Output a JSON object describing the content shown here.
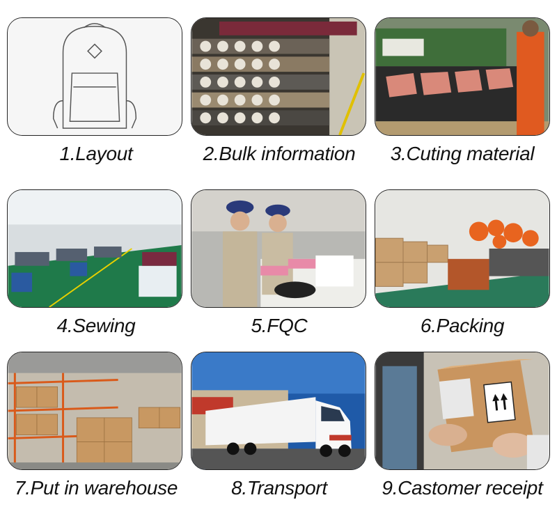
{
  "steps": [
    {
      "label": "1.Layout",
      "icon": "backpack-sketch-icon"
    },
    {
      "label": "2.Bulk information",
      "icon": "fabric-rolls-icon"
    },
    {
      "label": "3.Cuting material",
      "icon": "cutting-machine-icon"
    },
    {
      "label": "4.Sewing",
      "icon": "sewing-floor-icon"
    },
    {
      "label": "5.FQC",
      "icon": "quality-check-icon"
    },
    {
      "label": "6.Packing",
      "icon": "packing-boxes-icon"
    },
    {
      "label": "7.Put in warehouse",
      "icon": "warehouse-shelves-icon"
    },
    {
      "label": "8.Transport",
      "icon": "truck-icon"
    },
    {
      "label": "9.Castomer receipt",
      "icon": "box-handover-icon"
    }
  ]
}
